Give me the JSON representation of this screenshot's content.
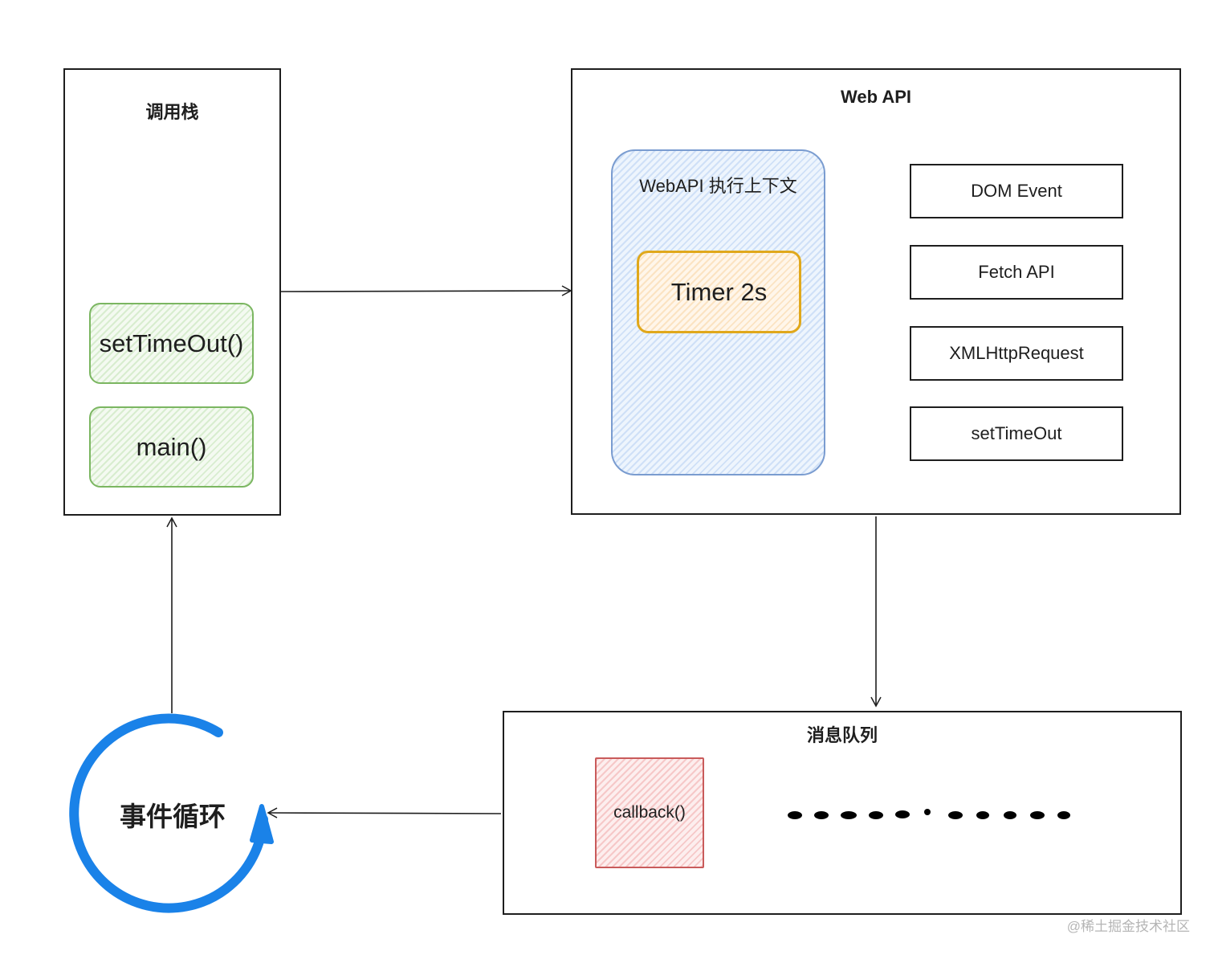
{
  "call_stack": {
    "title": "调用栈",
    "frames": [
      "setTimeOut()",
      "main()"
    ]
  },
  "web_api": {
    "title": "Web API",
    "context": {
      "title": "WebAPI 执行上下文",
      "timer": "Timer 2s"
    },
    "apis": [
      "DOM Event",
      "Fetch API",
      "XMLHttpRequest",
      "setTimeOut"
    ]
  },
  "message_queue": {
    "title": "消息队列",
    "items": [
      "callback()"
    ]
  },
  "event_loop": {
    "label": "事件循环",
    "color": "#1a82e8"
  },
  "watermark": "@稀土掘金技术社区"
}
